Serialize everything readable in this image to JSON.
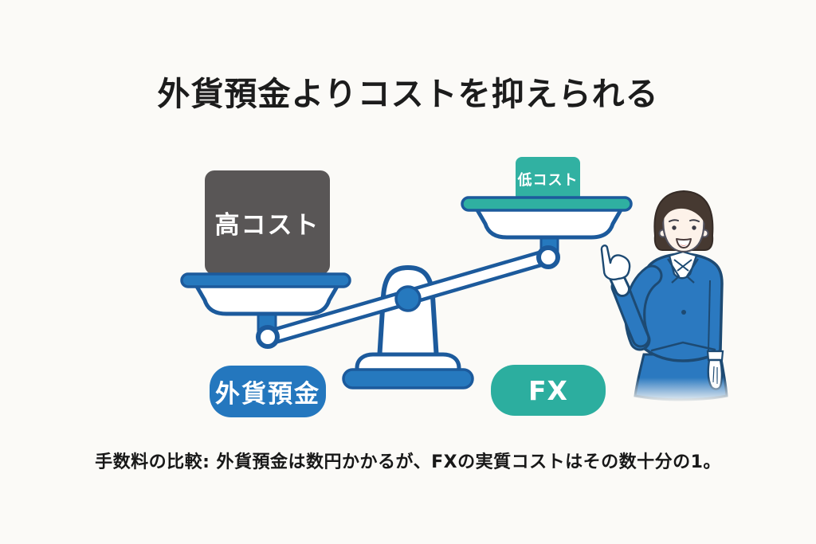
{
  "page": {
    "background_color": "#fbfaf7"
  },
  "title": {
    "text": "外貨預金よりコストを抑えられる",
    "color": "#1c1c1c"
  },
  "scale_diagram": {
    "icon": "balance-scale-illustration",
    "heavy_side": {
      "position": "left-low",
      "weight_label": "高コスト",
      "weight_color": "#595656",
      "tag_label": "外貨預金",
      "tag_color": "#2477be"
    },
    "light_side": {
      "position": "right-high",
      "weight_label": "低コスト",
      "weight_color": "#31b1a2",
      "tag_label": "FX",
      "tag_color": "#2cae9f"
    },
    "colors": {
      "scale_fill_blue": "#2679be",
      "scale_outline_blue": "#1c5a9c",
      "pan_fill": "#ffffff"
    }
  },
  "presenter": {
    "icon": "businesswoman-pointing-illustration",
    "suit_color": "#2b79c0",
    "hair_color": "#463931"
  },
  "caption": {
    "text": "手数料の比較: 外貨預金は数円かかるが、FXの実質コストはその数十分の1。",
    "color": "#181818"
  }
}
